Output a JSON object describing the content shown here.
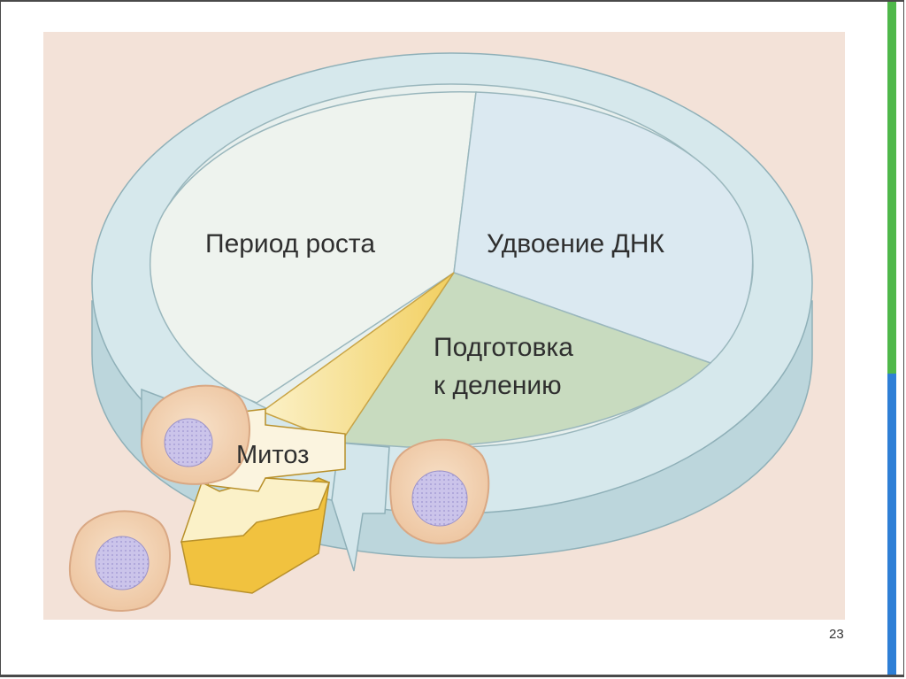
{
  "slide": {
    "page_number": "23",
    "accent_colors": [
      "#4fb84a",
      "#2e7fd6"
    ]
  },
  "diagram": {
    "phases": [
      {
        "label": "Период роста",
        "color": "#eef3ee"
      },
      {
        "label": "Удвоение ДНК",
        "color": "#dbe9f1"
      },
      {
        "label": "Подготовка к делению",
        "line1": "Подготовка",
        "line2": "к делению",
        "color": "#c8dbbf"
      },
      {
        "label": "Митоз",
        "color": "#f2c54a"
      }
    ],
    "ring_color": "#cfe3e8",
    "cell_color": "#f3d2b3",
    "nucleus_color": "#c9c3e6"
  }
}
